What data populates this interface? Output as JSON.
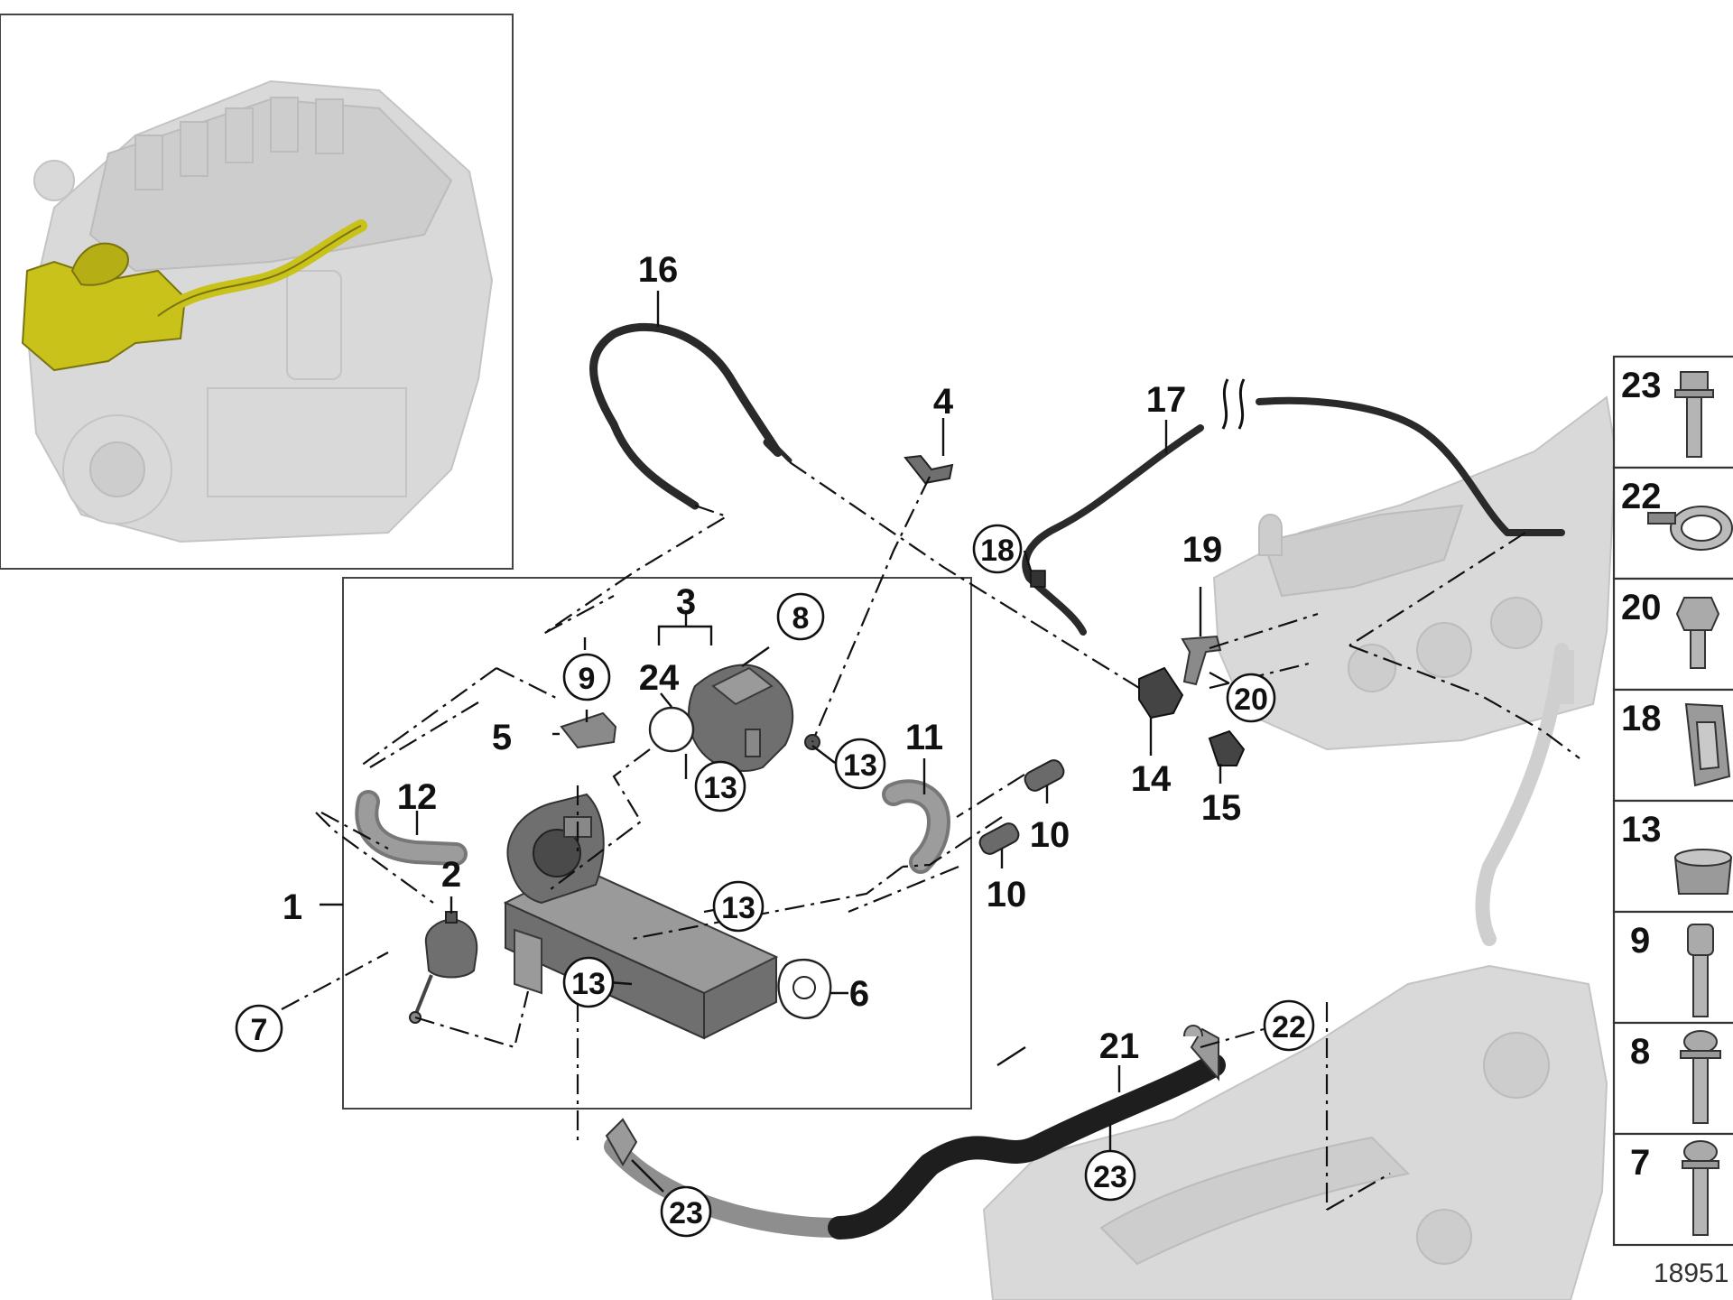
{
  "diagram": {
    "reference_number": "18951",
    "plain_labels": [
      "1",
      "2",
      "3",
      "4",
      "5",
      "6",
      "10",
      "10",
      "11",
      "12",
      "14",
      "15",
      "16",
      "17",
      "19",
      "21",
      "24"
    ],
    "circled_labels": [
      "7",
      "8",
      "9",
      "13",
      "13",
      "13",
      "13",
      "18",
      "20",
      "22",
      "23",
      "23"
    ],
    "legend_items": [
      {
        "label": "23",
        "icon": "hex-flange-bolt-icon"
      },
      {
        "label": "22",
        "icon": "hose-clamp-icon"
      },
      {
        "label": "20",
        "icon": "hex-bolt-icon"
      },
      {
        "label": "18",
        "icon": "clip-icon"
      },
      {
        "label": "13",
        "icon": "sleeve-ring-icon"
      },
      {
        "label": "9",
        "icon": "torx-bolt-icon"
      },
      {
        "label": "8",
        "icon": "torx-screw-icon"
      },
      {
        "label": "7",
        "icon": "torx-bolt-short-icon"
      }
    ],
    "colors": {
      "highlight": "#c9c21a",
      "ghost": "#d9d9d9",
      "part": "#6f6f6f",
      "line": "#111111"
    }
  }
}
